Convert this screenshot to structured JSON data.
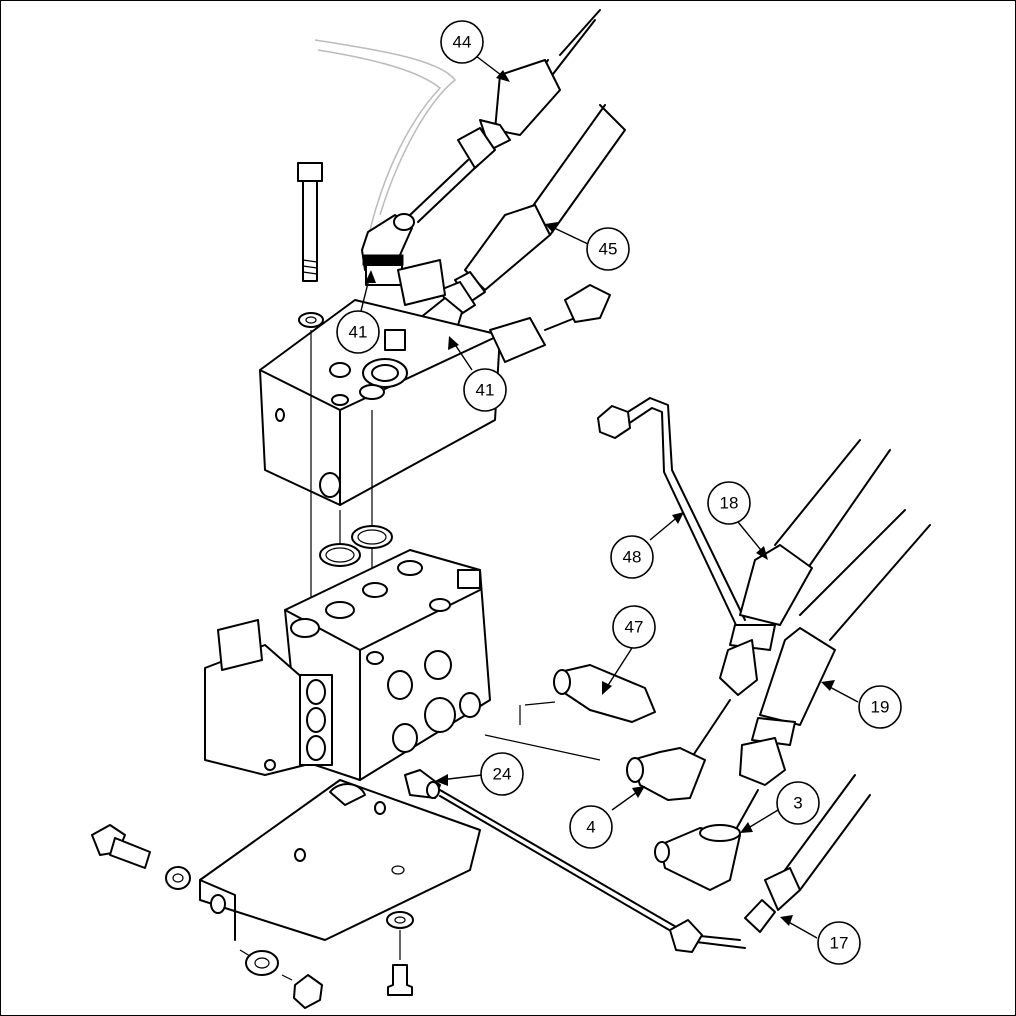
{
  "callouts": [
    {
      "id": "c44",
      "label": "44"
    },
    {
      "id": "c45",
      "label": "45"
    },
    {
      "id": "c41a",
      "label": "41"
    },
    {
      "id": "c41b",
      "label": "41"
    },
    {
      "id": "c18",
      "label": "18"
    },
    {
      "id": "c48",
      "label": "48"
    },
    {
      "id": "c47",
      "label": "47"
    },
    {
      "id": "c19",
      "label": "19"
    },
    {
      "id": "c24",
      "label": "24"
    },
    {
      "id": "c4",
      "label": "4"
    },
    {
      "id": "c3",
      "label": "3"
    },
    {
      "id": "c17",
      "label": "17"
    }
  ]
}
